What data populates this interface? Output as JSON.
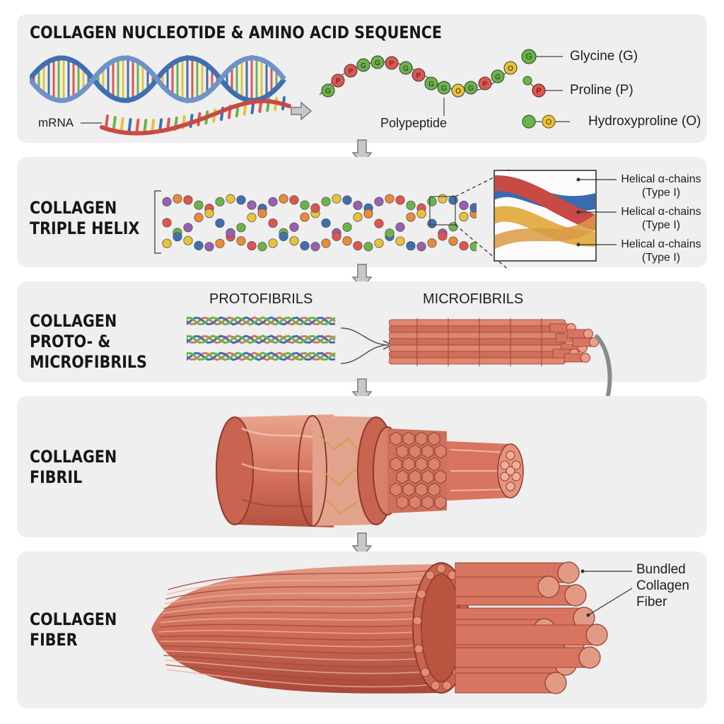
{
  "panels": {
    "sequence": {
      "title": "COLLAGEN NUCLEOTIDE & AMINO ACID SEQUENCE",
      "mrna_label": "mRNA",
      "polypeptide_label": "Polypeptide",
      "polypeptide_beads": [
        "G",
        "P",
        "P",
        "G",
        "G",
        "P",
        "G",
        "P",
        "G",
        "G",
        "O",
        "G",
        "P",
        "G",
        "O"
      ],
      "legend": [
        {
          "key": "glycine",
          "glyph": "G",
          "label": "Glycine (G)",
          "color": "#6bb34a"
        },
        {
          "key": "proline",
          "glyph": "P",
          "label": "Proline (P)",
          "color": "#e0554f"
        },
        {
          "key": "hydroxyproline",
          "glyph": "O",
          "label": "Hydroxyproline (O)",
          "color": "#e8c23a"
        }
      ]
    },
    "triple_helix": {
      "title_lines": [
        "COLLAGEN",
        "TRIPLE HELIX"
      ],
      "callouts": [
        {
          "line1": "Helical α-chains",
          "line2": "(Type I)"
        },
        {
          "line1": "Helical α-chains",
          "line2": "(Type I)"
        },
        {
          "line1": "Helical α-chains",
          "line2": "(Type I)"
        }
      ]
    },
    "fibrils_small": {
      "title_lines": [
        "COLLAGEN",
        "PROTO- &",
        "MICROFIBRILS"
      ],
      "protofibrils_label": "PROTOFIBRILS",
      "microfibrils_label": "MICROFIBRILS"
    },
    "fibril": {
      "title_lines": [
        "COLLAGEN",
        "FIBRIL"
      ]
    },
    "fiber": {
      "title_lines": [
        "COLLAGEN",
        "FIBER"
      ],
      "callout_lines": [
        "Bundled",
        "Collagen",
        "Fiber"
      ]
    }
  },
  "colors": {
    "panel_bg": "#efefef",
    "collagen": "#d77560",
    "collagen_dark": "#a9463a",
    "arrow": "#9a9a9a"
  }
}
